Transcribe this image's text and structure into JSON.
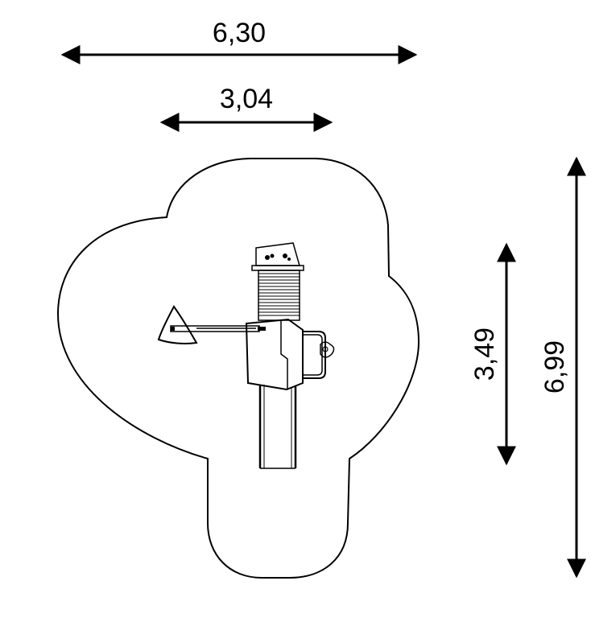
{
  "dimensions": {
    "overall_width": "6,30",
    "equipment_width": "3,04",
    "equipment_depth": "3,49",
    "overall_depth": "6,99"
  },
  "colors": {
    "line": "#000000",
    "background": "#ffffff"
  }
}
